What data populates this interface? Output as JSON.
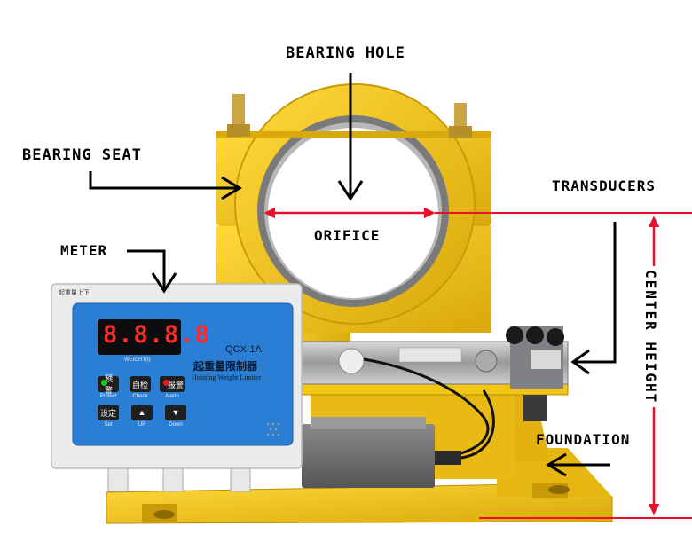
{
  "labels": {
    "bearing_hole": "BEARING HOLE",
    "bearing_seat": "BEARING SEAT",
    "transducers": "TRANSDUCERS",
    "orifice": "ORIFICE",
    "meter": "METER",
    "center_height": "CENTER HEIGHT",
    "foundation": "FOUNDATION"
  },
  "meter": {
    "corner_label": "起重量上下",
    "digits": "8.8.8.8",
    "display_caption": "WEIGHT(t)",
    "model": "QCX-1A",
    "title_cn": "起重量限制器",
    "title_en": "Hoisting Weight Limiter",
    "buttons": [
      {
        "label": "预警",
        "caption": "Protect"
      },
      {
        "label": "自检",
        "caption": "Check"
      },
      {
        "label": "报警",
        "caption": "Alarm"
      },
      {
        "label": "设定",
        "caption": "Set"
      },
      {
        "label": "▲",
        "caption": "UP"
      },
      {
        "label": "▼",
        "caption": "Down"
      }
    ]
  },
  "colors": {
    "annotation_red": "#e8102a",
    "annotation_black": "#000000",
    "frame_yellow": "#f2c616",
    "meter_blue": "#2a7fd4",
    "display_red": "#ff2a2a",
    "junction_box_grey": "#6d6d6d"
  }
}
